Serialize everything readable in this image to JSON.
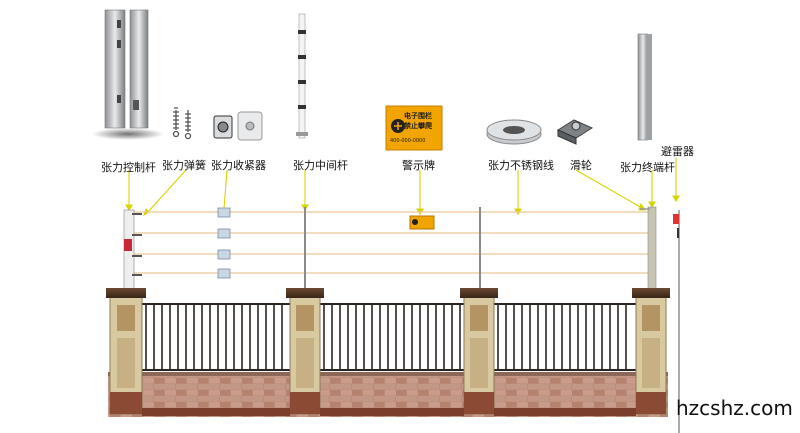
{
  "labels": {
    "control_post": "张力控制杆",
    "spring": "张力弹簧",
    "tensioner": "张力收紧器",
    "middle_post": "张力中间杆",
    "warning_sign": "警示牌",
    "steel_wire": "张力不锈钢线",
    "pulley": "滑轮",
    "end_post": "张力终端杆",
    "lightning_arrester": "避雷器"
  },
  "sign": {
    "line1": "电子围栏",
    "line2": "禁止攀爬",
    "phone": "400-000-0000"
  },
  "watermark": "hzcshz.com",
  "colors": {
    "wire": "#e9c79a",
    "arrow": "#d8d400",
    "sign": "#f2a400",
    "pillar": "#d4c49a",
    "brick": "#b88a78",
    "iron": "#2b2320"
  }
}
